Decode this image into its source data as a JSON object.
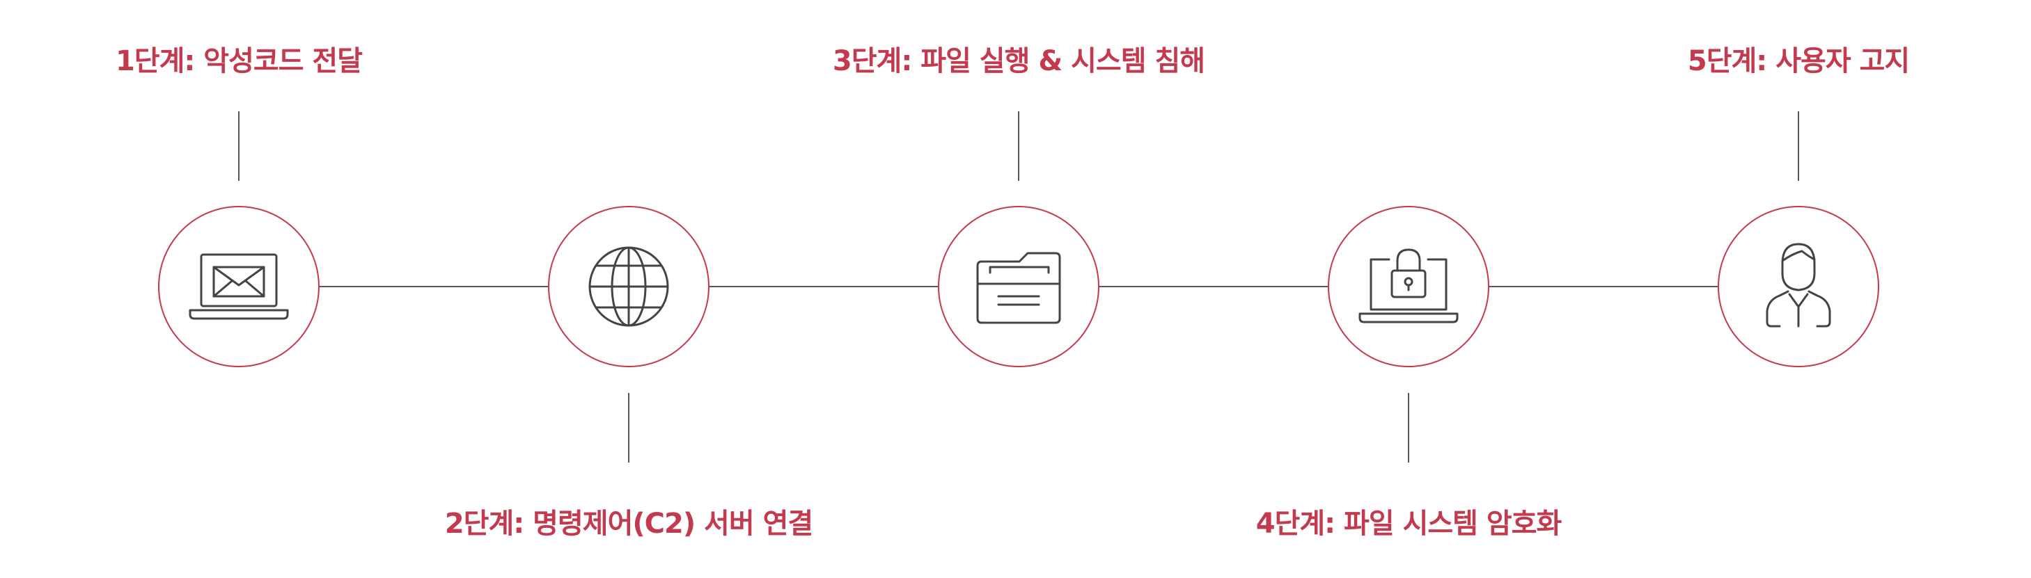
{
  "accent_color": "#c33a4e",
  "line_color": "#555555",
  "steps": [
    {
      "label": "1단계: 악성코드 전달",
      "icon": "laptop-mail-icon",
      "label_position": "top"
    },
    {
      "label": "2단계: 명령제어(C2) 서버 연결",
      "icon": "globe-icon",
      "label_position": "bottom"
    },
    {
      "label": "3단계: 파일 실행 & 시스템 침해",
      "icon": "folder-icon",
      "label_position": "top"
    },
    {
      "label": "4단계: 파일 시스템 암호화",
      "icon": "laptop-lock-icon",
      "label_position": "bottom"
    },
    {
      "label": "5단계: 사용자 고지",
      "icon": "user-icon",
      "label_position": "top"
    }
  ]
}
